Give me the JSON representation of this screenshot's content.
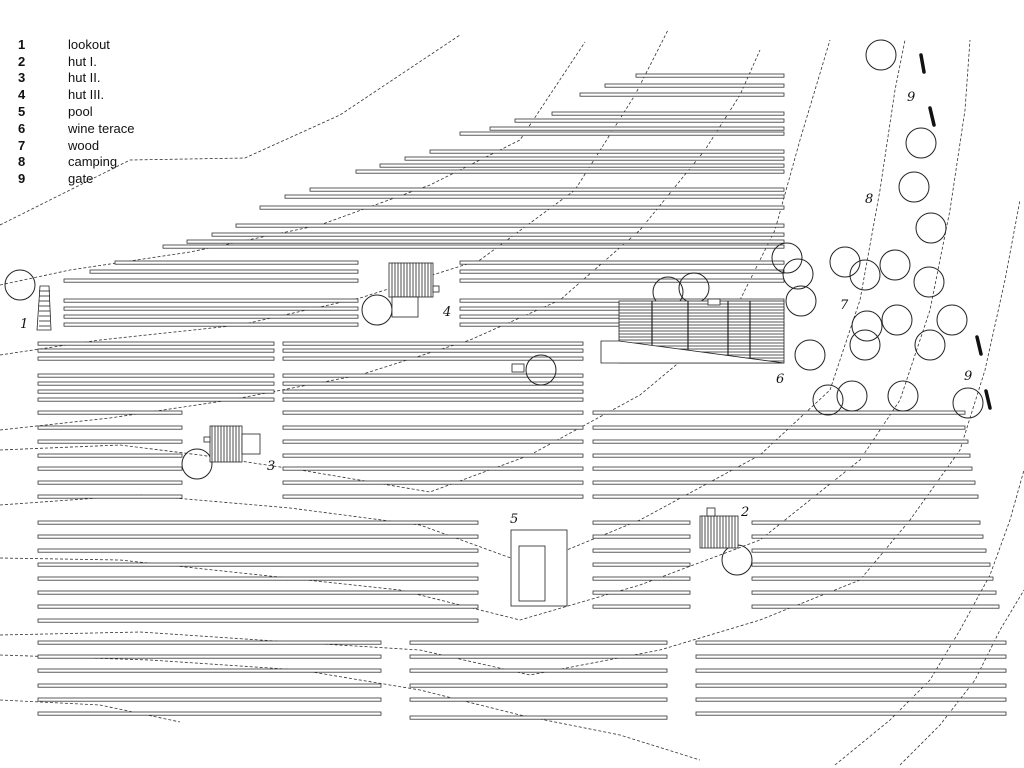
{
  "legend": {
    "items": [
      {
        "num": "1",
        "text": "lookout"
      },
      {
        "num": "2",
        "text": "hut I."
      },
      {
        "num": "3",
        "text": "hut II."
      },
      {
        "num": "4",
        "text": "hut III."
      },
      {
        "num": "5",
        "text": "pool"
      },
      {
        "num": "6",
        "text": "wine terace"
      },
      {
        "num": "7",
        "text": "wood"
      },
      {
        "num": "8",
        "text": "camping"
      },
      {
        "num": "9",
        "text": "gate"
      }
    ]
  },
  "map_labels": {
    "lookout": "1",
    "hut1": "2",
    "hut2": "3",
    "hut3": "4",
    "pool": "5",
    "terrace": "6",
    "wood": "7",
    "camping": "8",
    "gate_top": "9",
    "gate_right": "9"
  },
  "colors": {
    "line": "#222222",
    "background": "#ffffff"
  }
}
